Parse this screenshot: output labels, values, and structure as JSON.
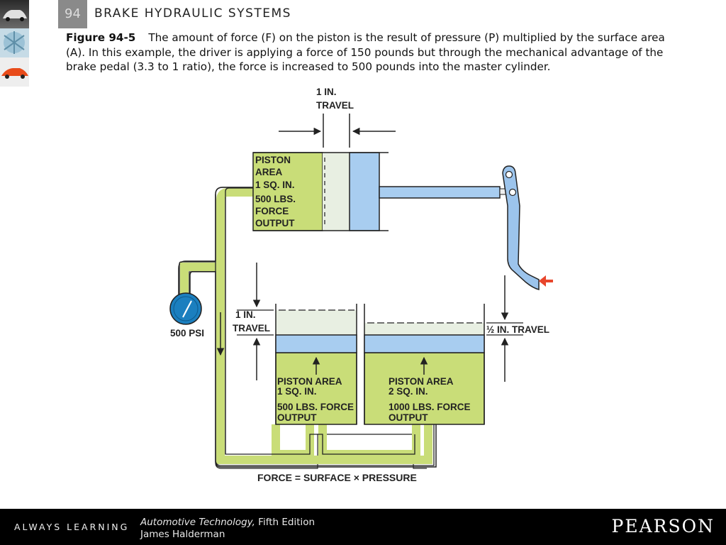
{
  "header": {
    "chapter_number": "94",
    "chapter_title": "BRAKE HYDRAULIC SYSTEMS"
  },
  "caption": {
    "figure_label": "Figure 94-5",
    "text": "The amount of force (F) on the piston is the result of pressure (P) multiplied by the surface area (A). In this example, the driver is applying a force of 150 pounds but through the mechanical advantage of the brake pedal (3.3 to 1 ratio), the force is increased to 500 pounds into the master cylinder."
  },
  "diagram": {
    "master_travel": [
      "1 IN.",
      "TRAVEL"
    ],
    "master_label": [
      "PISTON",
      "AREA",
      "1 SQ. IN.",
      "500 LBS.",
      "FORCE",
      "OUTPUT"
    ],
    "gauge_label": "500 PSI",
    "left_travel": [
      "1 IN.",
      "TRAVEL"
    ],
    "right_travel": "½ IN. TRAVEL",
    "left_piston": [
      "PISTON AREA",
      "1 SQ. IN.",
      "500 LBS. FORCE",
      "OUTPUT"
    ],
    "right_piston": [
      "PISTON AREA",
      "2 SQ. IN.",
      "1000 LBS. FORCE",
      "OUTPUT"
    ],
    "formula": "FORCE = SURFACE × PRESSURE",
    "colors": {
      "fluid": "#c9dd78",
      "piston": "#a8cdf0",
      "travel_space": "#e8efe2",
      "gauge": "#1b7fbf",
      "pedal": "#9cc4ec",
      "force_arrow": "#e8462c",
      "outline": "#222222"
    }
  },
  "footer": {
    "tagline": "ALWAYS LEARNING",
    "book_title": "Automotive Technology,",
    "edition": " Fifth Edition",
    "author": "James Halderman",
    "publisher": "PEARSON"
  }
}
